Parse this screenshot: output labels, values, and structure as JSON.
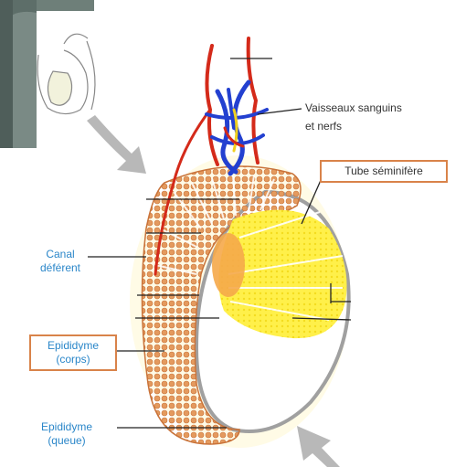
{
  "labels": {
    "vaisseaux_line1": "Vaisseaux sanguins",
    "vaisseaux_line2": "et nerfs",
    "tube": "Tube séminifère",
    "canal_line1": "Canal",
    "canal_line2": "déférent",
    "epididyme_corps_line1": "Epididyme",
    "epididyme_corps_line2": "(corps)",
    "epididyme_queue_line1": "Epididyme",
    "epididyme_queue_line2": "(queue)"
  },
  "colors": {
    "label_blue": "#2a86c9",
    "label_dark": "#333333",
    "box_border": "#d9834a",
    "epididymis_orange": "#e8a36a",
    "lobule_yellow": "#ffef3a",
    "artery_red": "#d42a1a",
    "vein_blue": "#2340d0",
    "arrow_gray": "#b8b8b8"
  }
}
